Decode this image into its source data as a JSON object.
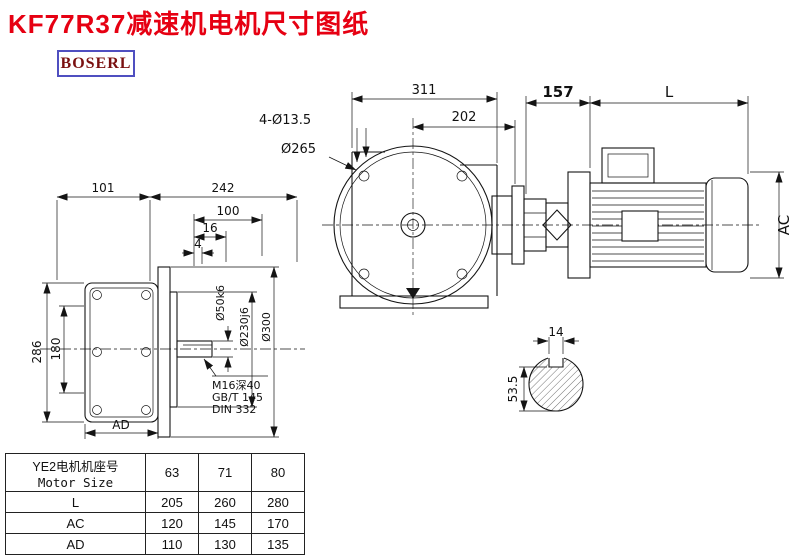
{
  "page": {
    "title": "KF77R37减速机电机尺寸图纸",
    "logo": "BOSERL"
  },
  "side_view": {
    "dim_101": "101",
    "dim_242": "242",
    "dim_100": "100",
    "dim_16": "16",
    "dim_4": "4",
    "dim_286": "286",
    "dim_180": "180",
    "dim_ad": "AD",
    "dia_shaft": "Ø50k6",
    "dia_spigot": "Ø230j6",
    "dia_flange": "Ø300",
    "note_tap": "M16深40",
    "note_gb": "GB/T 145",
    "note_din": "DIN 332"
  },
  "front_view": {
    "dim_311": "311",
    "dim_202": "202",
    "dim_bolt_holes": "4-Ø13.5",
    "dia_flange": "Ø265",
    "dim_157": "157",
    "dim_l": "L",
    "dim_ac": "AC"
  },
  "shaft_section": {
    "dim_key_width": "14",
    "dim_key_height": "53.5"
  },
  "table": {
    "header_cn": "YE2电机机座号",
    "header_en": "Motor Size",
    "sizes": [
      "63",
      "71",
      "80"
    ],
    "rows": [
      {
        "label": "L",
        "values": [
          "205",
          "260",
          "280"
        ]
      },
      {
        "label": "AC",
        "values": [
          "120",
          "145",
          "170"
        ]
      },
      {
        "label": "AD",
        "values": [
          "110",
          "130",
          "135"
        ]
      }
    ]
  }
}
